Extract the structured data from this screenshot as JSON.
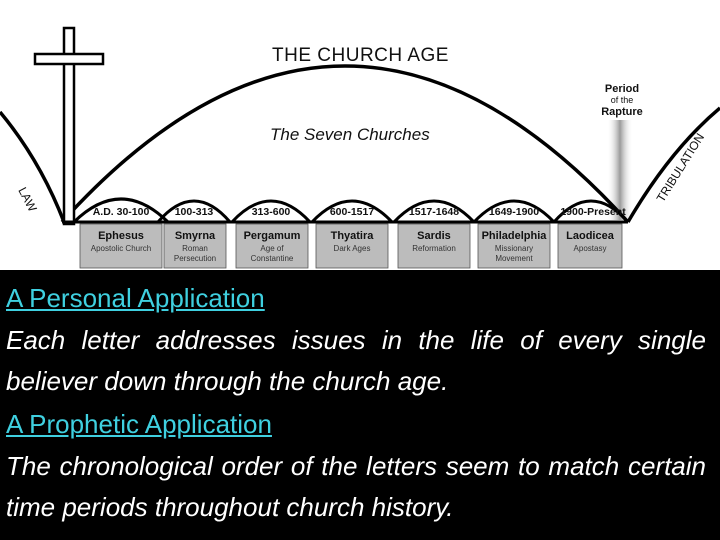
{
  "diagram": {
    "title": "THE CHURCH AGE",
    "subtitle": "The Seven Churches",
    "left_label": "LAW",
    "right_label": "TRIBULATION",
    "rapture_lines": [
      "Period",
      "of the",
      "Rapture"
    ],
    "churches": [
      {
        "era": "A.D. 30-100",
        "name": "Ephesus",
        "desc": [
          "Apostolic Church"
        ]
      },
      {
        "era": "100-313",
        "name": "Smyrna",
        "desc": [
          "Roman",
          "Persecution"
        ]
      },
      {
        "era": "313-600",
        "name": "Pergamum",
        "desc": [
          "Age of",
          "Constantine"
        ]
      },
      {
        "era": "600-1517",
        "name": "Thyatira",
        "desc": [
          "Dark Ages"
        ]
      },
      {
        "era": "1517-1648",
        "name": "Sardis",
        "desc": [
          "Reformation"
        ]
      },
      {
        "era": "1649-1900",
        "name": "Philadelphia",
        "desc": [
          "Missionary",
          "Movement"
        ]
      },
      {
        "era": "1900-Present",
        "name": "Laodicea",
        "desc": [
          "Apostasy"
        ]
      }
    ]
  },
  "text": {
    "heading1": "A Personal Application",
    "body1": "Each letter addresses issues in the life of every single believer down through the church age.",
    "heading2": "A Prophetic Application",
    "body2": "The chronological order of the letters seem to match certain time periods throughout church history."
  },
  "colors": {
    "heading": "#3fd0e0",
    "background": "#000000",
    "diagram_background": "#ffffff"
  }
}
